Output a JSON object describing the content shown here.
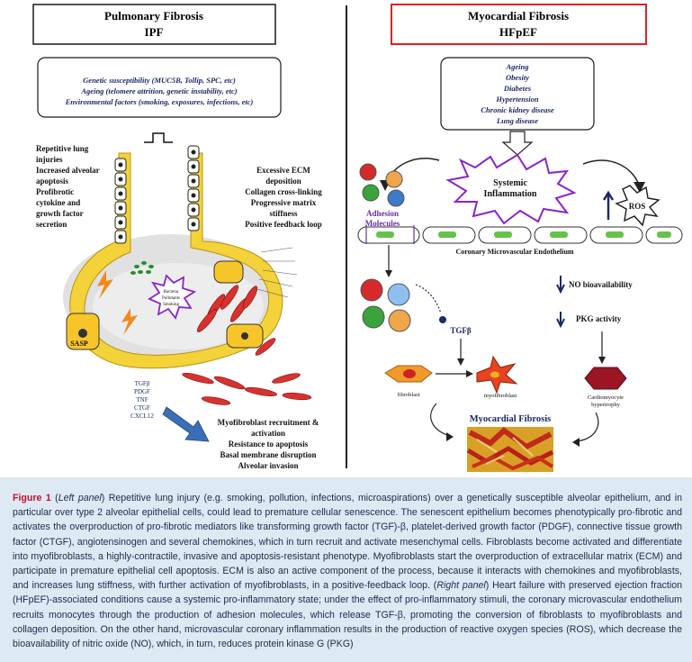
{
  "left_panel": {
    "title_line1": "Pulmonary Fibrosis",
    "title_line2": "IPF",
    "risk_factors": [
      "Genetic susceptibility (MUC5B, Tollip, SPC, etc)",
      "Ageing (telomere attrition, genetic instability, etc)",
      "Environmental factors (smoking, exposures, infections, etc)"
    ],
    "left_list": [
      "Repetitive lung",
      "injuries",
      "Increased alveolar",
      "apoptosis",
      "Profibrotic",
      "cytokine and",
      "growth factor",
      "secretion"
    ],
    "right_list": [
      "Excessive ECM",
      "deposition",
      "Collagen cross-linking",
      "Progressive matrix",
      "stiffness",
      "Positive feedback loop"
    ],
    "burst_lines": [
      "Bacteria",
      "Pollutants",
      "Smoking"
    ],
    "sasp_label": "SASP",
    "mediators": [
      "TGFβ",
      "PDGF",
      "TNF",
      "CTGF",
      "CXCL12"
    ],
    "outcomes": [
      "Myofibroblast recruitment &",
      "activation",
      "Resistance to apoptosis",
      "Basal membrane disruption",
      "Alveolar invasion"
    ]
  },
  "right_panel": {
    "title_line1": "Myocardial Fibrosis",
    "title_line2": "HFpEF",
    "comorbidities": [
      "Ageing",
      "Obesity",
      "Diabetes",
      "Hypertension",
      "Chronic kidney disease",
      "Lung disease"
    ],
    "systemic_lines": [
      "Systemic",
      "Inflammation"
    ],
    "ros_label": "ROS",
    "adhesion_lines": [
      "Adhesion",
      "Molecules"
    ],
    "endothelium_label": "Coronary Microvascular Endothelium",
    "tgfb_label": "TGFβ",
    "no_label": "NO bioavailability",
    "pkg_label": "PKG activity",
    "fibroblast_label": "fibroblast",
    "myofibroblast_label": "myofibroblast",
    "cardio_lines": [
      "Cardiomyocyte",
      "hypertrophy"
    ],
    "myocardial_fibrosis_label": "Myocardial Fibrosis"
  },
  "caption": {
    "figure_label": "Figure 1",
    "paragraph1_a": " (",
    "left_panel_tag": "Left panel",
    "paragraph1_b": ") Repetitive lung injury (e.g. smoking, pollution, infections, microaspirations) over a genetically susceptible alveolar epithelium, and in particular over type 2 alveolar epithelial cells, could lead to premature cellular senescence. The senescent epithelium becomes phenotypically pro-fibrotic and activates the overproduction of pro-fibrotic mediators like transforming growth factor (TGF)-β, platelet-derived growth factor (PDGF), connective tissue growth factor (CTGF), angiotensinogen and several chemokines, which in turn recruit and activate mesenchymal cells. Fibroblasts become activated and differentiate into myofibroblasts, a highly-contractile, invasive and apoptosis-resistant phenotype. Myofibroblasts start the overproduction of extracellular matrix (ECM) and participate in premature epithelial cell apoptosis. ECM is also an active component of the process, because it interacts with chemokines and myofibroblasts, and increases lung stiffness, with further activation of myofibroblasts, in a positive-feedback loop. (",
    "right_panel_tag": "Right panel",
    "paragraph1_c": ") Heart failure with preserved ejection fraction (HFpEF)-associated conditions cause a systemic pro-inflammatory state; under the effect of pro-inflammatory stimuli, the coronary microvascular endothelium recruits monocytes through the production of adhesion molecules, which release TGF-β, promoting the conversion of fibroblasts to myofibroblasts and collagen deposition. On the other hand, microvascular coronary inflammation results in the production of reactive oxygen species (ROS), which decrease the bioavailability of nitric oxide (NO), which, in turn, reduces protein kinase G (PKG)"
  }
}
